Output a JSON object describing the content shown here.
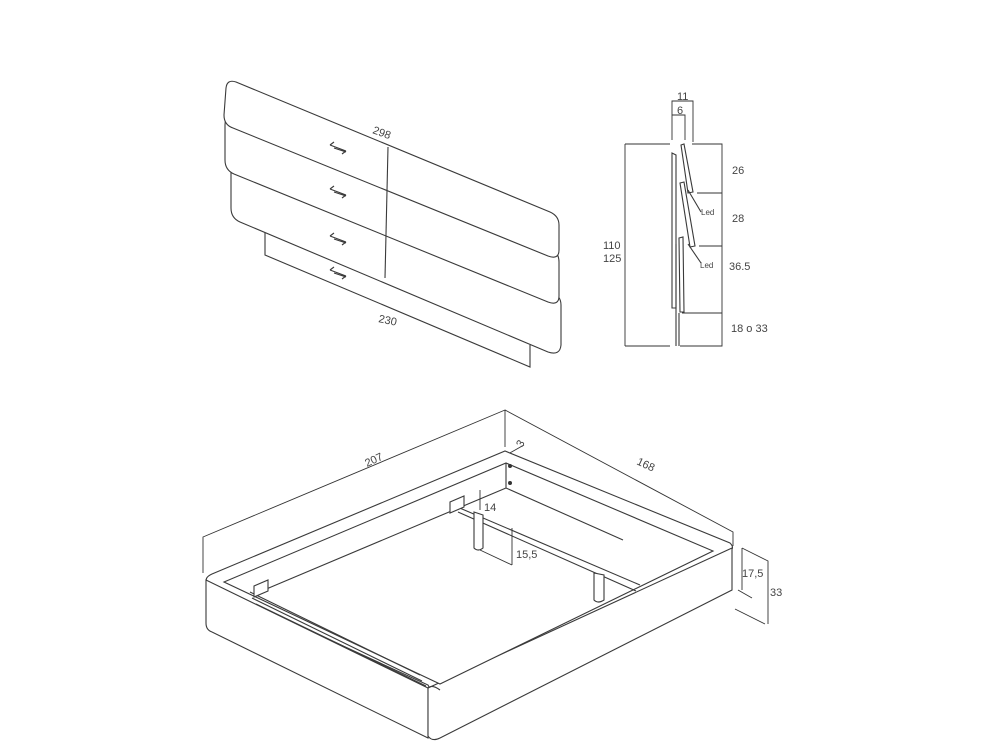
{
  "headboard_view": {
    "dim_width_top": "298",
    "dim_width_bottom": "230",
    "panel_count": 3
  },
  "section_view": {
    "dim_total_depth": "11",
    "dim_panel_offset": "6",
    "dim_height_options": [
      "110",
      "125"
    ],
    "dim_segment_1": "26",
    "dim_segment_2": "28",
    "dim_segment_3": "36.5",
    "dim_segment_4": "18 o 33",
    "led_label_1": "Led",
    "led_label_2": "Led"
  },
  "bed_frame_view": {
    "dim_length": "207",
    "dim_width": "168",
    "dim_rail_thickness": "3",
    "dim_rail_drop": "14",
    "dim_leg_height": "15,5",
    "dim_frame_height": "17,5",
    "dim_total_height": "33"
  }
}
